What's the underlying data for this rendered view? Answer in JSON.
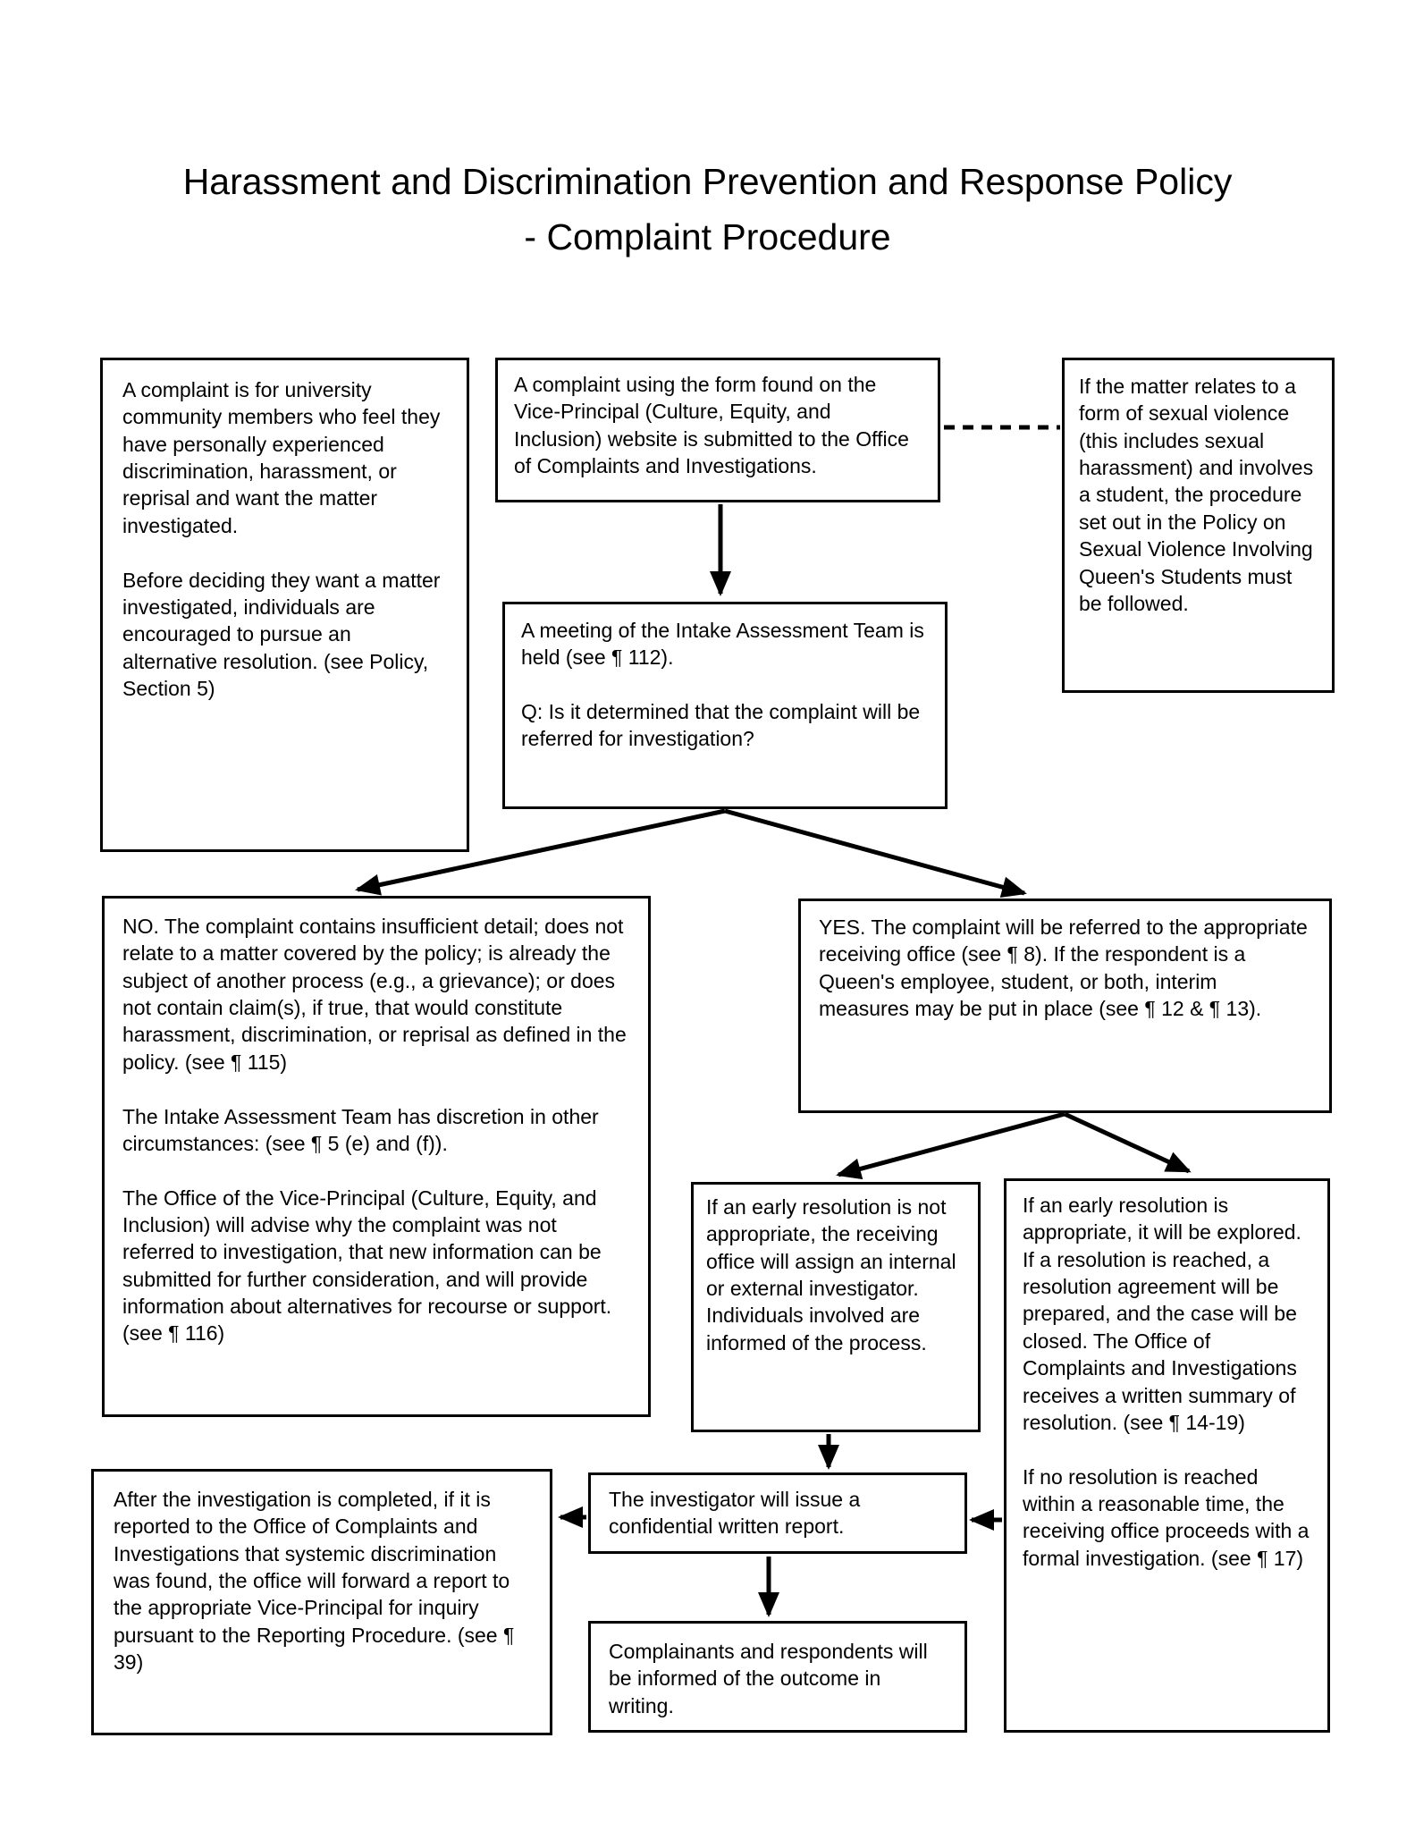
{
  "title": {
    "line1": "Harassment and Discrimination Prevention and Response Policy",
    "line2": "- Complaint Procedure"
  },
  "flowchart": {
    "boxes": {
      "complaint_purpose": {
        "text": "A complaint is for university community members who feel they have personally experienced discrimination, harassment, or reprisal and want the matter investigated.\n\nBefore deciding they want a matter investigated, individuals are encouraged to pursue an alternative resolution. (see Policy, Section 5)"
      },
      "complaint_submission": {
        "text": "A complaint using the form found on the Vice-Principal (Culture, Equity, and Inclusion) website is submitted to the Office of Complaints and Investigations."
      },
      "sexual_violence_exception": {
        "text": "If the matter relates to a form of sexual violence (this includes sexual harassment) and involves a student, the procedure set out in the Policy on Sexual Violence Involving Queen's Students must be followed."
      },
      "intake_meeting": {
        "text": "A meeting of the Intake Assessment Team is held (see ¶ 112).\n\nQ: Is it determined that the complaint will be referred for investigation?"
      },
      "decision_no": {
        "text": "NO. The complaint contains insufficient detail; does not relate to a matter covered by the policy; is already the subject of another process (e.g., a grievance); or does not contain claim(s), if true, that would constitute harassment, discrimination, or reprisal as defined in the policy. (see ¶ 115)\n\nThe Intake Assessment Team has discretion in other circumstances: (see ¶ 5 (e) and (f)).\n\nThe Office of the Vice-Principal (Culture, Equity, and Inclusion) will advise why the complaint was not referred to investigation, that new information can be submitted for further consideration, and will provide information about alternatives for recourse or support. (see ¶ 116)"
      },
      "decision_yes": {
        "text": "YES. The complaint will be referred to the appropriate receiving office (see ¶ 8). If the respondent is a Queen's employee, student, or both, interim measures may be put in place (see ¶ 12 & ¶ 13)."
      },
      "no_early_resolution": {
        "text": "If an early resolution is not appropriate, the receiving office will assign an internal or external investigator. Individuals involved are informed of the process."
      },
      "early_resolution": {
        "text": "If an early resolution is appropriate, it will be explored. If a resolution is reached, a resolution agreement will be prepared, and the case will be closed. The Office of Complaints and Investigations receives a written summary of resolution. (see ¶ 14-19)\n\nIf no resolution is reached within a reasonable time, the receiving office proceeds with a formal investigation. (see ¶ 17)"
      },
      "investigator_report": {
        "text": "The investigator will issue a confidential written report."
      },
      "systemic_discrimination_report": {
        "text": "After the investigation is completed, if it is reported to the Office of Complaints and Investigations that systemic discrimination was found, the office will forward a report to the appropriate Vice-Principal for inquiry pursuant to the Reporting Procedure. (see ¶ 39)"
      },
      "outcome_notice": {
        "text": "Complainants and respondents will be informed of the outcome in writing."
      }
    },
    "connections": [
      {
        "from": "complaint_submission",
        "to": "intake_meeting",
        "style": "arrow"
      },
      {
        "from": "complaint_submission",
        "to": "sexual_violence_exception",
        "style": "dashed"
      },
      {
        "from": "intake_meeting",
        "to": "decision_no",
        "style": "arrow"
      },
      {
        "from": "intake_meeting",
        "to": "decision_yes",
        "style": "arrow"
      },
      {
        "from": "decision_yes",
        "to": "no_early_resolution",
        "style": "arrow"
      },
      {
        "from": "decision_yes",
        "to": "early_resolution",
        "style": "arrow"
      },
      {
        "from": "no_early_resolution",
        "to": "investigator_report",
        "style": "arrow"
      },
      {
        "from": "early_resolution",
        "to": "investigator_report",
        "style": "arrow"
      },
      {
        "from": "investigator_report",
        "to": "systemic_discrimination_report",
        "style": "arrow"
      },
      {
        "from": "investigator_report",
        "to": "outcome_notice",
        "style": "arrow"
      }
    ]
  },
  "colors": {
    "background": "#ffffff",
    "border": "#000000",
    "text": "#000000",
    "arrow": "#000000"
  }
}
